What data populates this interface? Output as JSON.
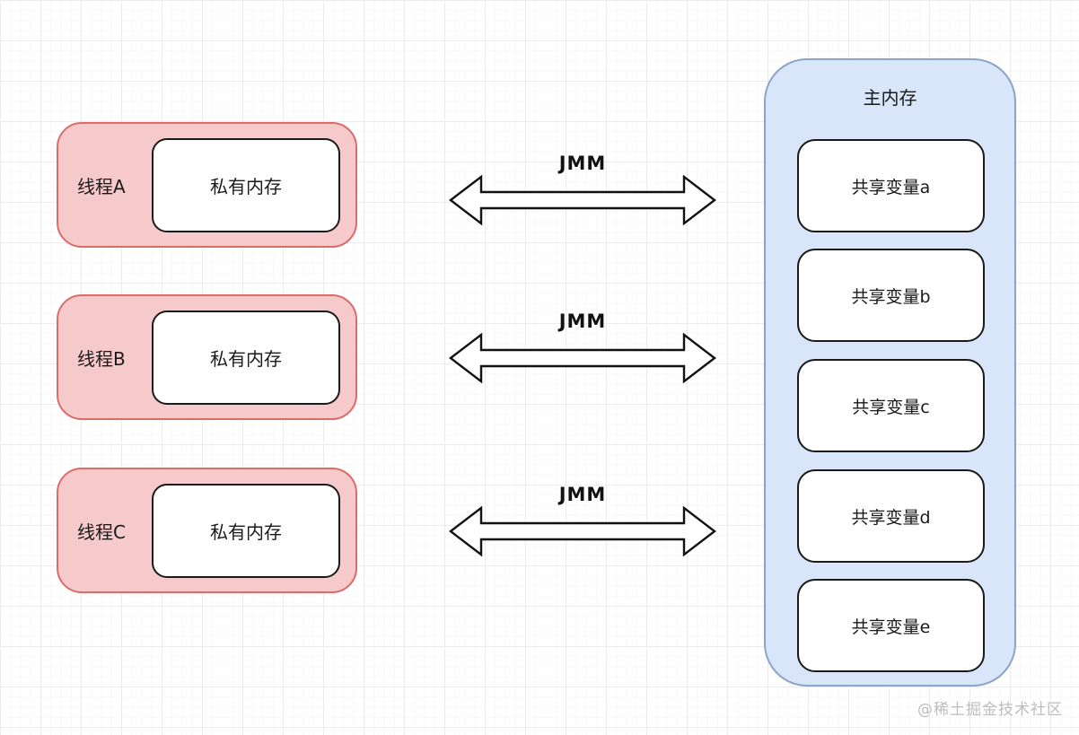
{
  "diagram": {
    "threads": [
      {
        "label": "线程A",
        "inner_label": "私有内存"
      },
      {
        "label": "线程B",
        "inner_label": "私有内存"
      },
      {
        "label": "线程C",
        "inner_label": "私有内存"
      }
    ],
    "arrows": [
      {
        "label": "JMM"
      },
      {
        "label": "JMM"
      },
      {
        "label": "JMM"
      }
    ],
    "main_memory": {
      "title": "主内存",
      "variables": [
        "共享变量a",
        "共享变量b",
        "共享变量c",
        "共享变量d",
        "共享变量e"
      ]
    },
    "watermark": "@稀土掘金技术社区",
    "colors": {
      "thread_fill": "#f6caca",
      "thread_border": "#dd6b6b",
      "memory_fill": "#d9e5f8",
      "memory_border": "#8aa5c8",
      "inner_box_border": "#1a1a1a",
      "arrow_stroke": "#111111",
      "watermark_color": "#bdbdbd"
    }
  }
}
